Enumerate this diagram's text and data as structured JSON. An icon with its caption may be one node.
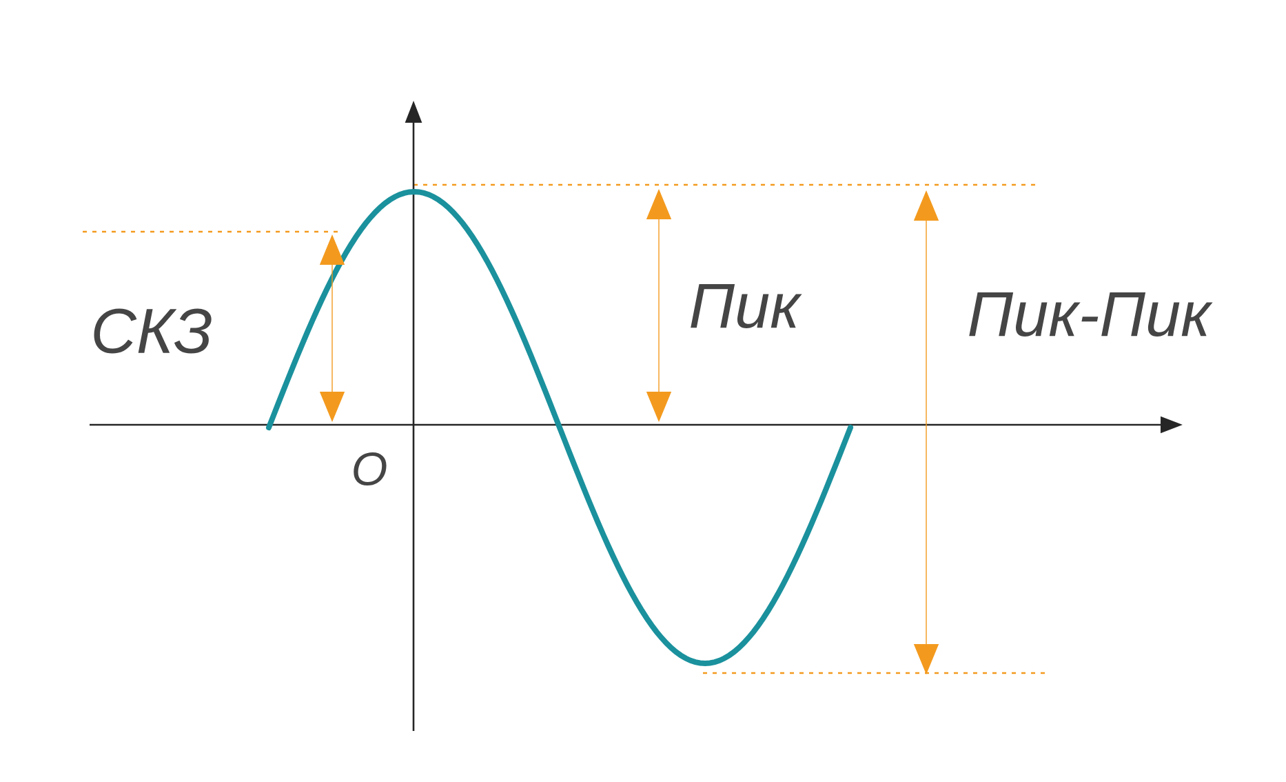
{
  "diagram": {
    "labels": [
      "СКЗ",
      "Пик",
      "Пик-Пик",
      "O"
    ]
  }
}
